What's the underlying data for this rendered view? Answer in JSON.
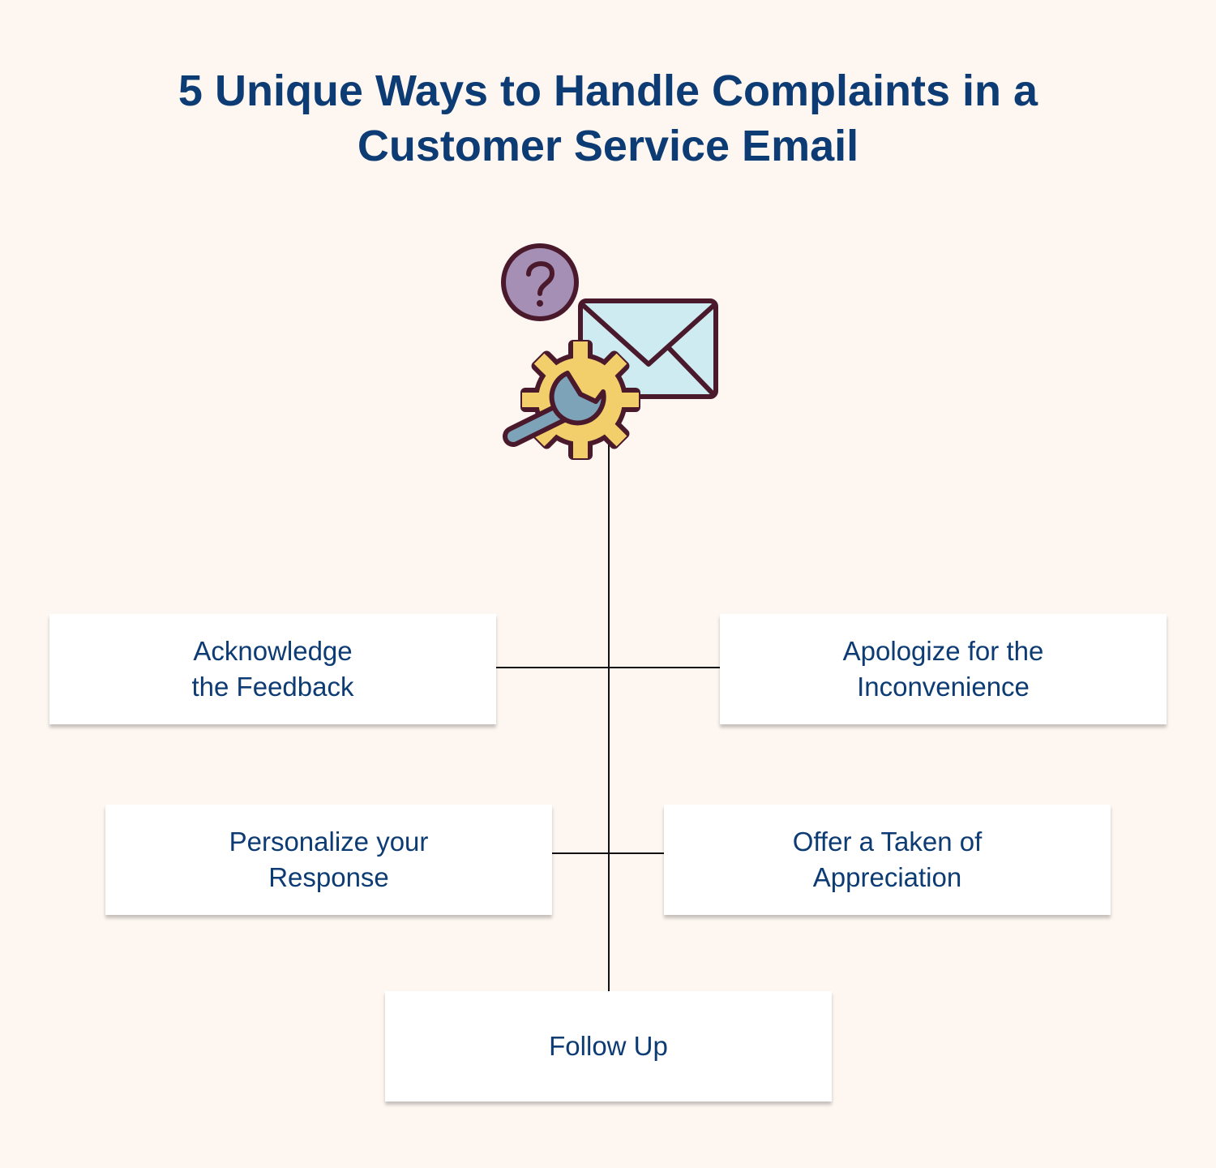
{
  "title": {
    "line1": "5 Unique Ways to Handle Complaints in a",
    "line2": "Customer Service Email"
  },
  "hero": {
    "icons": [
      "question-mark-icon",
      "envelope-icon",
      "gear-icon",
      "wrench-icon"
    ]
  },
  "colors": {
    "background": "#fdf6f1",
    "title": "#0d3b73",
    "card_text": "#0d3b73",
    "card_background": "#ffffff",
    "connector": "#111111",
    "question_bubble": "#a58fb5",
    "envelope": "#cdebf0",
    "gear": "#f2cf6a",
    "wrench": "#7da3b8",
    "icon_outline": "#4a1a2c"
  },
  "cards": {
    "acknowledge": {
      "line1": "Acknowledge",
      "line2": "the Feedback"
    },
    "apologize": {
      "line1": "Apologize for the",
      "line2": "Inconvenience"
    },
    "personalize": {
      "line1": "Personalize your",
      "line2": "Response"
    },
    "offer": {
      "line1": "Offer a Taken of",
      "line2": "Appreciation"
    },
    "follow_up": {
      "line1": "Follow Up"
    }
  }
}
